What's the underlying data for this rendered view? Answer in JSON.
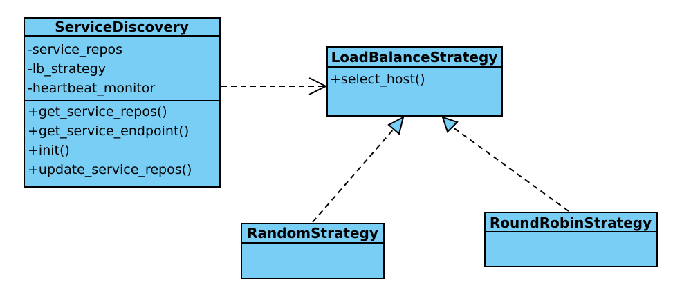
{
  "colors": {
    "class_fill": "#78cef5",
    "line": "#000000"
  },
  "classes": {
    "service_discovery": {
      "name": "ServiceDiscovery",
      "attributes": [
        "-service_repos",
        "-lb_strategy",
        "-heartbeat_monitor"
      ],
      "operations": [
        "+get_service_repos()",
        "+get_service_endpoint()",
        "+init()",
        "+update_service_repos()"
      ]
    },
    "load_balance_strategy": {
      "name": "LoadBalanceStrategy",
      "operations": [
        "+select_host()"
      ]
    },
    "random_strategy": {
      "name": "RandomStrategy"
    },
    "round_robin_strategy": {
      "name": "RoundRobinStrategy"
    }
  },
  "relations": [
    {
      "type": "dependency",
      "from": "ServiceDiscovery",
      "to": "LoadBalanceStrategy"
    },
    {
      "type": "realization",
      "from": "RandomStrategy",
      "to": "LoadBalanceStrategy"
    },
    {
      "type": "realization",
      "from": "RoundRobinStrategy",
      "to": "LoadBalanceStrategy"
    }
  ]
}
